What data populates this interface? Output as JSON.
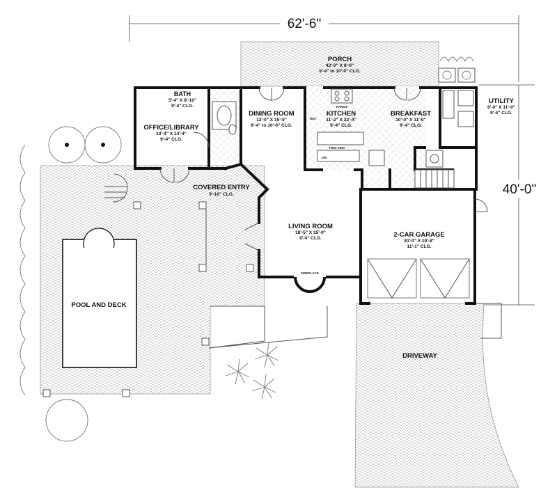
{
  "dimensions": {
    "width_label": "62'-6\"",
    "depth_label": "40'-0\""
  },
  "rooms": {
    "porch": {
      "name": "PORCH",
      "size": "43'-0\" X 8'-0\"",
      "ceiling": "9'-4\" to 10'-0\" CLG."
    },
    "bath": {
      "name": "BATH",
      "size": "5'-4\" X 8'-10\"",
      "ceiling": "9'-4\" CLG."
    },
    "office": {
      "name": "OFFICE/LIBRARY",
      "size": "13'-4\" X 14'-4\"",
      "ceiling": "9'-4\" CLG."
    },
    "dining": {
      "name": "DINING ROOM",
      "size": "13'-0\" X 15'-0\"",
      "ceiling": "9'-4\" to 10'-0\" CLG."
    },
    "kitchen": {
      "name": "KITCHEN",
      "size": "11'-2\" X 22'-4\"",
      "ceiling": "9'-4\" CLG."
    },
    "breakfast": {
      "name": "BREAKFAST",
      "size": "10'-0\" X 11'-0\"",
      "ceiling": "9'-4\" CLG."
    },
    "utility": {
      "name": "UTILITY",
      "size": "6'-0\" X 11'-0\"",
      "ceiling": "9'-4\" CLG."
    },
    "entry": {
      "name": "COVERED ENTRY",
      "ceiling": "9'-10\" CLG."
    },
    "living": {
      "name": "LIVING ROOM",
      "size": "18'-5\" X 15'-0\"",
      "ceiling": "9'-4\" CLG."
    },
    "garage": {
      "name": "2-CAR GARAGE",
      "size": "20'-0\" X 19'-8\"",
      "ceiling": "11'-1\" CLG."
    },
    "pool": {
      "name": "POOL AND DECK"
    },
    "driveway": {
      "name": "DRIVEWAY"
    }
  },
  "fixtures": {
    "range": "RANGE",
    "refrigerator": "REF.",
    "dishwasher": "DW",
    "twin_sink": "TWIN SINK",
    "fireplace": "FIREPLACE"
  }
}
